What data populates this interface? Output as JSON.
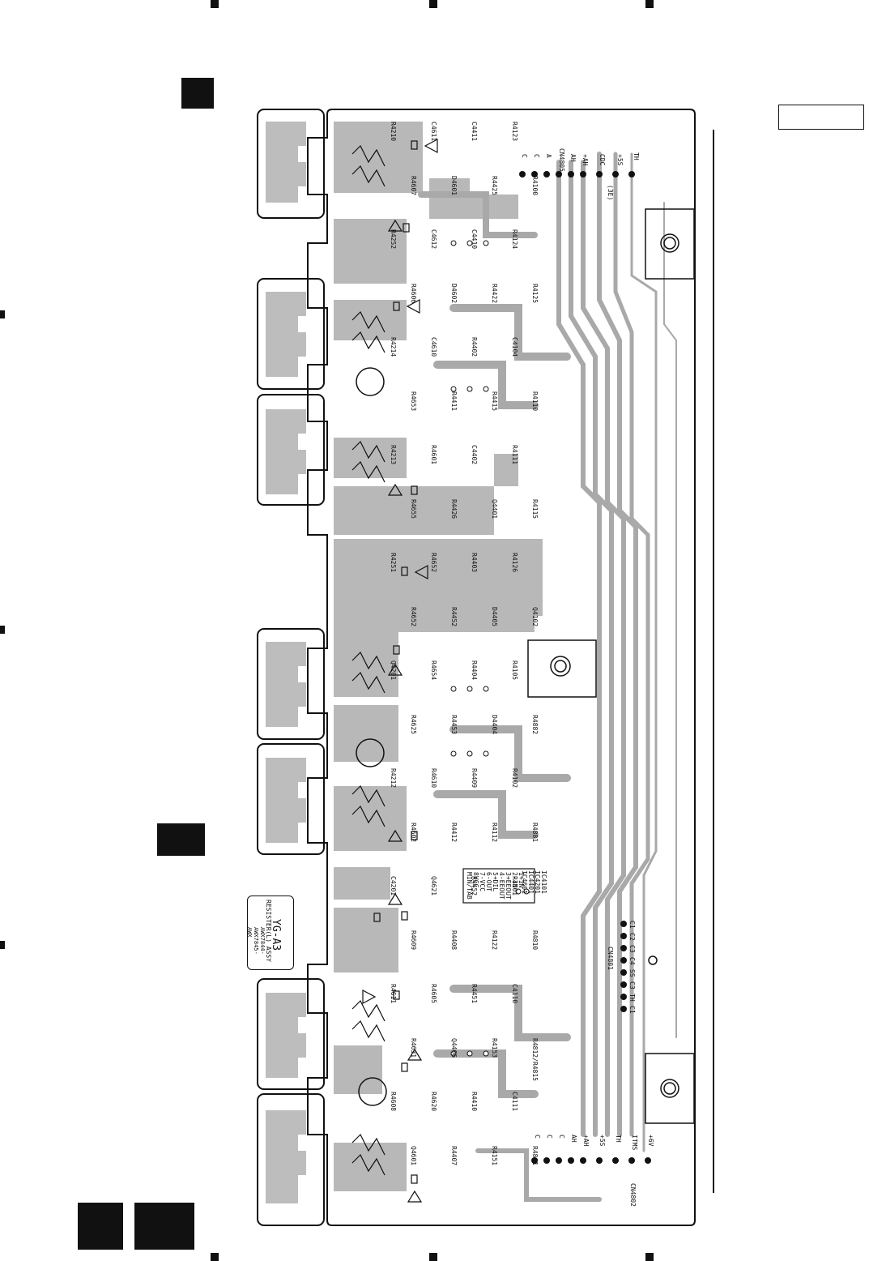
{
  "assembly": {
    "title": "RESISTER(L) ASSY",
    "name": "YG-A3",
    "models": [
      "AWX7844-",
      "AWX7845-",
      "AWX"
    ]
  },
  "connectors": {
    "top": {
      "name": "CN4805",
      "pins": [
        "C",
        "C",
        "A",
        "AH",
        "+AH",
        "CDC",
        "(3E)",
        "+5S",
        "TH"
      ]
    },
    "bottom": {
      "name": "CN4802",
      "pins": [
        "C",
        "C",
        "C",
        "AH",
        "+AH",
        "+5S",
        "TH",
        "ITMS",
        "+6V"
      ]
    },
    "middle": {
      "name": "CN4801",
      "pins": [
        "C1",
        "C2",
        "C3",
        "C4",
        "SS",
        "C3",
        "TH",
        "C1"
      ]
    }
  },
  "ic_labels": [
    "IC4101",
    "IC4201",
    "IC4401",
    "IC4601"
  ],
  "ic_pins": [
    "1+1N",
    "2-1N",
    "3+EEOUT",
    "4-EEOUT",
    "5+DIL",
    "6-OUT",
    "7-VCC",
    "8VCC",
    "MIN/TAB"
  ],
  "component_labels": [
    "R4210",
    "R4252",
    "R4214",
    "R4213",
    "R4251",
    "Q4201",
    "R4212",
    "C4201",
    "R4611",
    "R4608",
    "R4607",
    "R4606",
    "R4653",
    "R4655",
    "R4652",
    "R4625",
    "R4602",
    "R4609",
    "R4631",
    "Q4601",
    "C4611",
    "C4612",
    "C4610",
    "R4601",
    "R4652",
    "R4654",
    "R4610",
    "Q4621",
    "R4605",
    "R4620",
    "D4601",
    "D4602",
    "R4411",
    "R4426",
    "R4452",
    "R4453",
    "R4412",
    "R4408",
    "Q4406",
    "R4407",
    "C4411",
    "C4410",
    "R4402",
    "C4402",
    "R4403",
    "R4404",
    "R4409",
    "R4452",
    "R4451",
    "R4410",
    "R4425",
    "R4422",
    "R4415",
    "Q4401",
    "D4405",
    "D4404",
    "R4112",
    "R4122",
    "R4153",
    "R4151",
    "R4123",
    "R4124",
    "C4104",
    "R4111",
    "R4126",
    "R4105",
    "R4102",
    "R4101",
    "C4110",
    "C4111",
    "R4100",
    "R4125",
    "R4110",
    "R4115",
    "Q4102",
    "R4882",
    "R4881",
    "R4810",
    "R4812/R4815",
    "R4801"
  ]
}
